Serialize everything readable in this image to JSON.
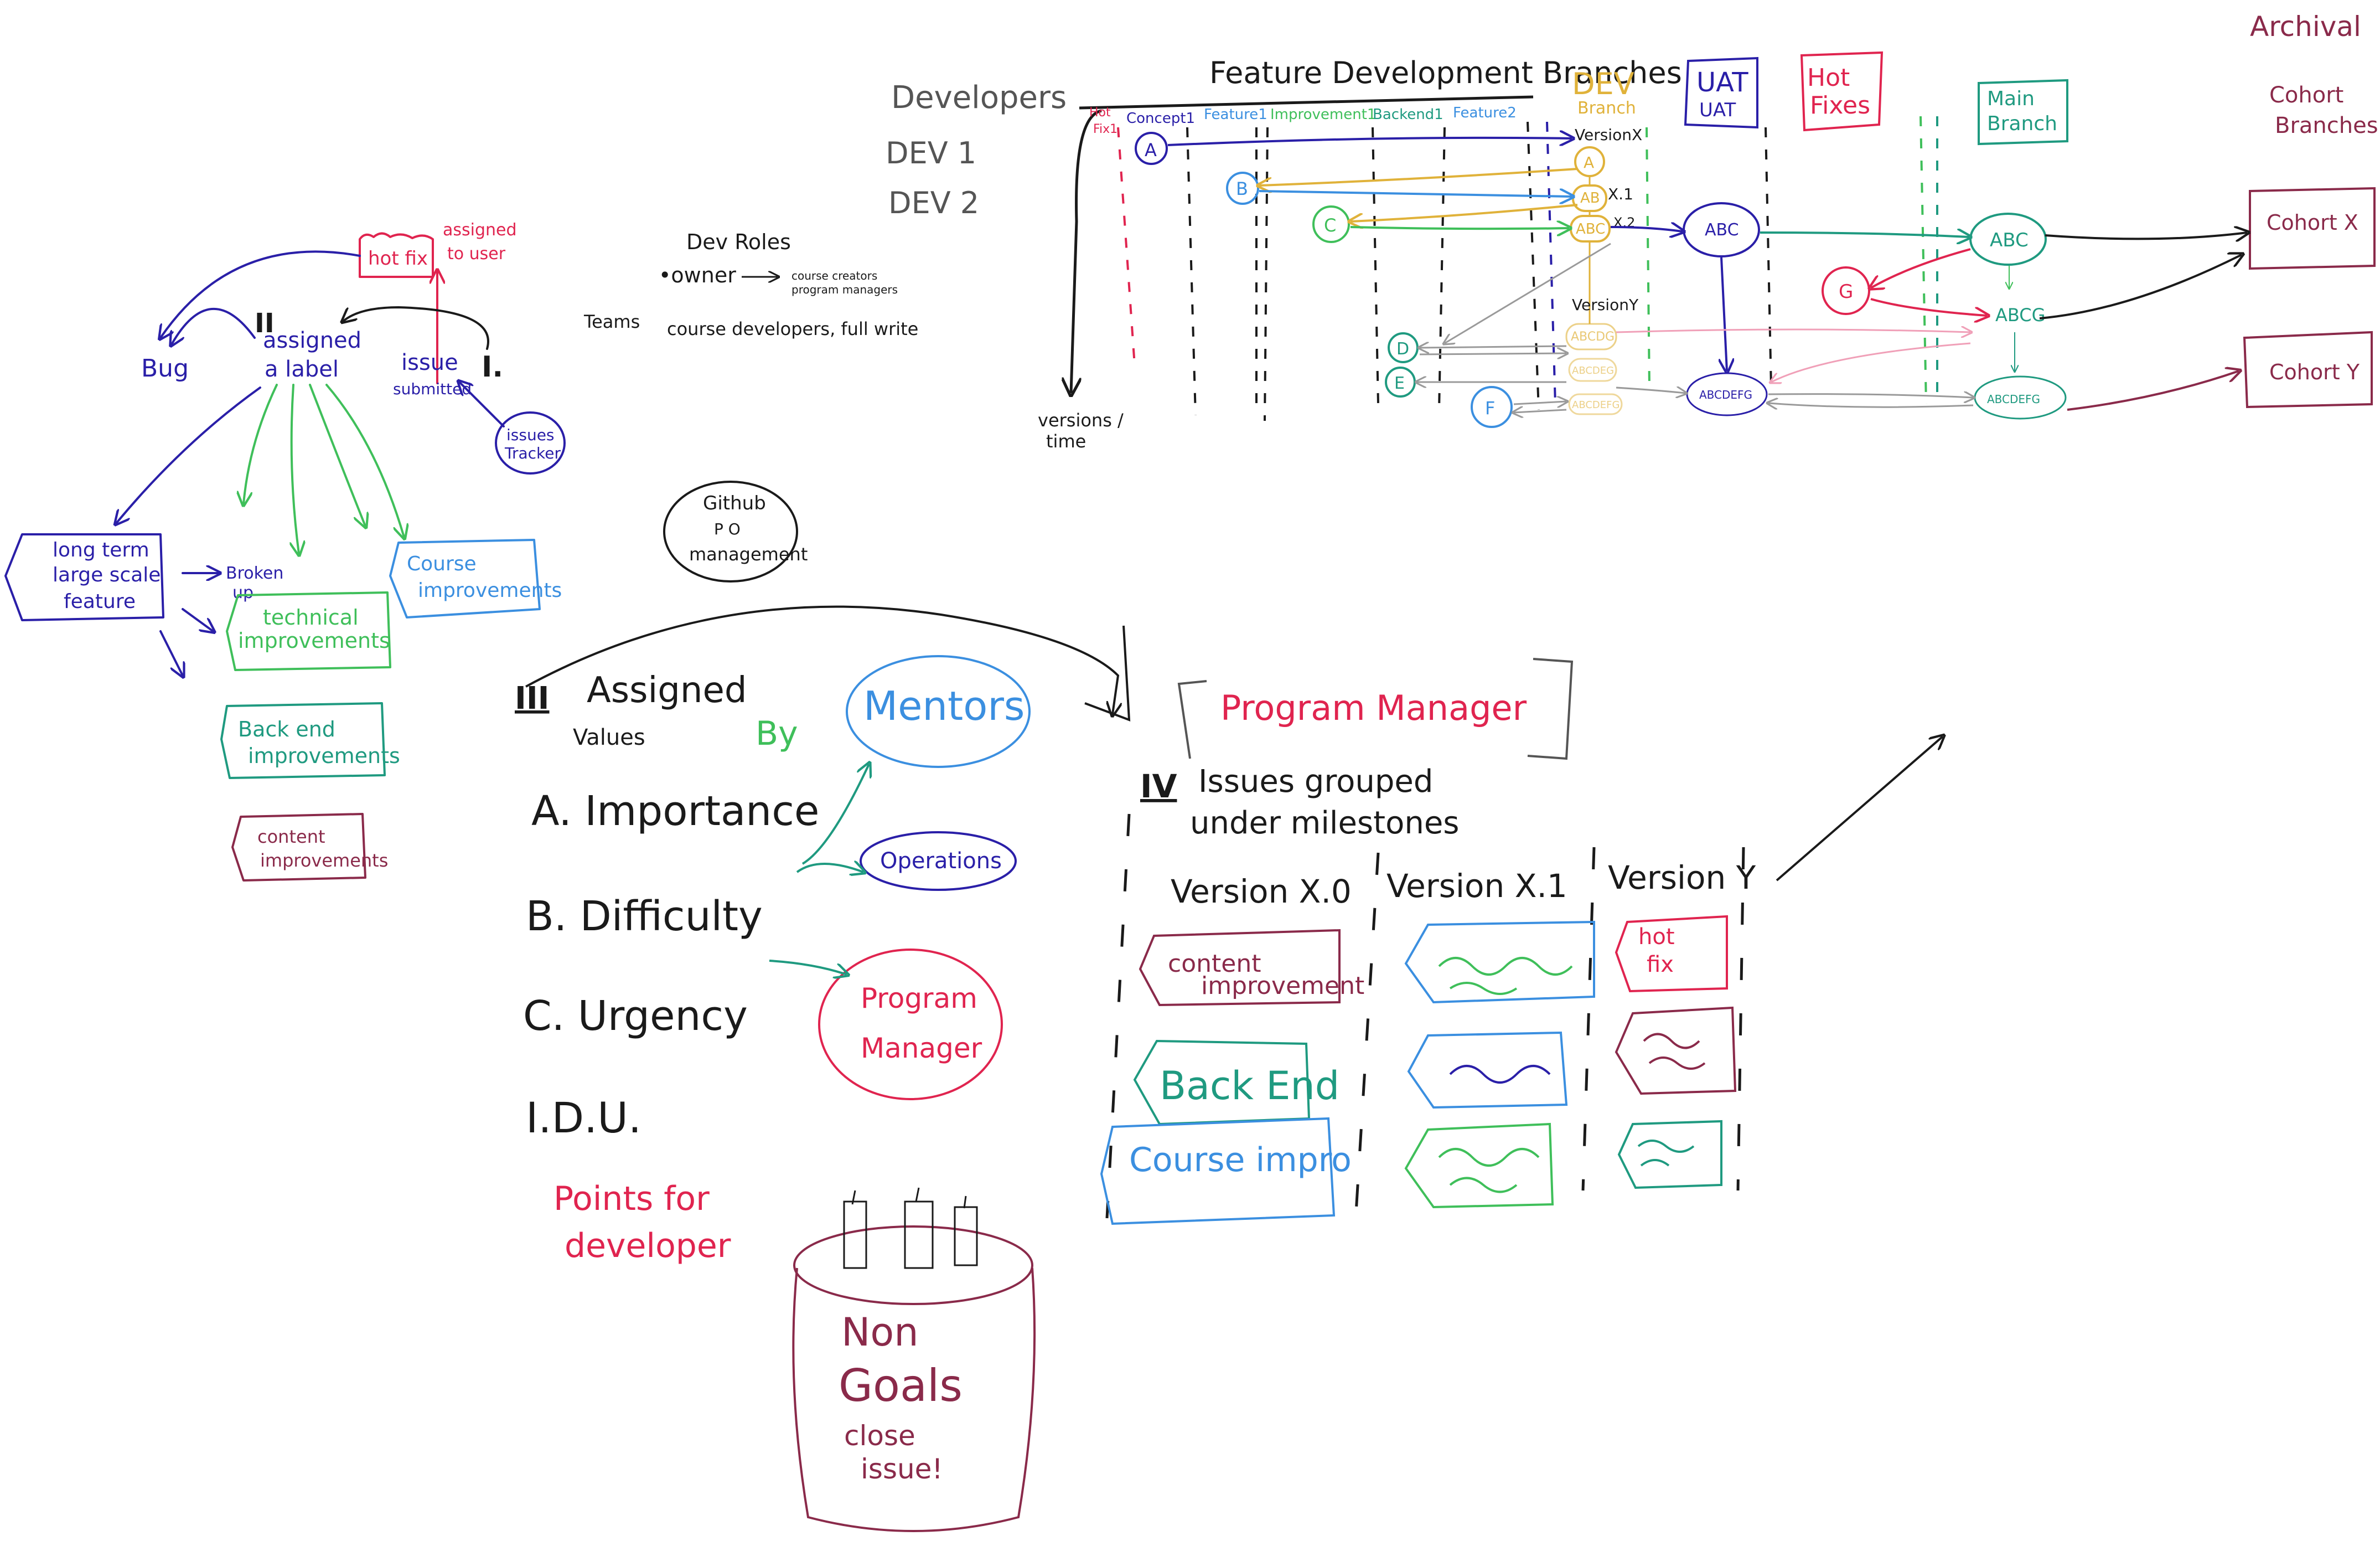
{
  "colors": {
    "black": "#1a1a1a",
    "navy": "#2a1fa8",
    "red": "#e0244f",
    "green": "#3fbf5a",
    "teal": "#1f9a80",
    "blue": "#3b8fe0",
    "maroon": "#8a2a4a",
    "gold": "#e0b23a",
    "gray": "#9a9a9a",
    "pink": "#f0a0b8"
  },
  "left": {
    "hot_fix": "hot fix",
    "assigned_to_user": [
      "assigned",
      "to user"
    ],
    "bug": "Bug",
    "roman_two": "II",
    "assigned_label": [
      "assigned",
      "a label"
    ],
    "issue_submitted": [
      "issue",
      "submitted"
    ],
    "roman_one": "I.",
    "issues_tracker": [
      "issues",
      "Tracker"
    ],
    "long_term": [
      "long term",
      "large scale",
      "feature"
    ],
    "broken_up": [
      "Broken",
      "up"
    ],
    "technical": [
      "technical",
      "improvements"
    ],
    "course_improvements": [
      "Course",
      "improvements"
    ],
    "back_end": [
      "Back end",
      "improvements"
    ],
    "content": [
      "content",
      "improvements"
    ]
  },
  "middle": {
    "dev_roles": "Dev Roles",
    "owner": "•owner",
    "owner_desc": [
      "course creators",
      "program managers"
    ],
    "teams": "Teams",
    "teams_desc": "course developers, full write",
    "github": [
      "Github",
      "P O",
      "management"
    ],
    "developers": "Developers",
    "dev1": "DEV 1",
    "dev2": "DEV 2"
  },
  "assigned": {
    "roman": "III",
    "title": [
      "Assigned",
      "Values"
    ],
    "by": "By",
    "importance": "A. Importance",
    "difficulty": "B. Difficulty",
    "urgency": "C. Urgency",
    "dou": "I.D.U.",
    "points": [
      "Points for",
      "developer"
    ],
    "mentors": "Mentors",
    "operations": "Operations",
    "program_manager": [
      "Program",
      "Manager"
    ],
    "non_goals": [
      "Non",
      "Goals"
    ],
    "close_issue": [
      "close",
      "issue!"
    ]
  },
  "milestones": {
    "program_manager": "Program Manager",
    "roman": "IV",
    "title": [
      "Issues grouped",
      "under milestones"
    ],
    "columns": [
      "Version X.0",
      "Version X.1",
      "Version Y"
    ],
    "cards": {
      "content": [
        "content",
        "improvement"
      ],
      "back_end": "Back End",
      "course": "Course impro",
      "hot_fix": [
        "hot",
        "fix"
      ]
    }
  },
  "branches": {
    "title": "Feature Development Branches",
    "hot_fix1": [
      "Hot",
      "Fix1"
    ],
    "columns": [
      "Concept1",
      "Feature1",
      "Improvement1",
      "Backend1",
      "Feature2"
    ],
    "dev": [
      "DEV",
      "Branch"
    ],
    "uat": [
      "UAT",
      "UAT"
    ],
    "hot_fixes": [
      "Hot",
      "Fixes"
    ],
    "main": [
      "Main",
      "Branch"
    ],
    "archival": "Archival",
    "cohort_branches": [
      "Cohort",
      "Branches"
    ],
    "cohort_x": "Cohort X",
    "cohort_y": "Cohort Y",
    "version_x": "VersionX",
    "x1": "X.1",
    "x2": "X.2",
    "version_y": "VersionY",
    "versions_time": [
      "versions /",
      "time"
    ],
    "nodes": [
      "A",
      "B",
      "C",
      "D",
      "E",
      "F",
      "G"
    ],
    "dev_nodes": [
      "A",
      "AB",
      "ABC",
      "ABCDG",
      "ABCDEG",
      "ABCDEFG"
    ],
    "uat_nodes": [
      "ABC",
      "ABCDEFG"
    ],
    "main_nodes": [
      "ABC",
      "ABCG",
      "ABCDEFG"
    ]
  }
}
